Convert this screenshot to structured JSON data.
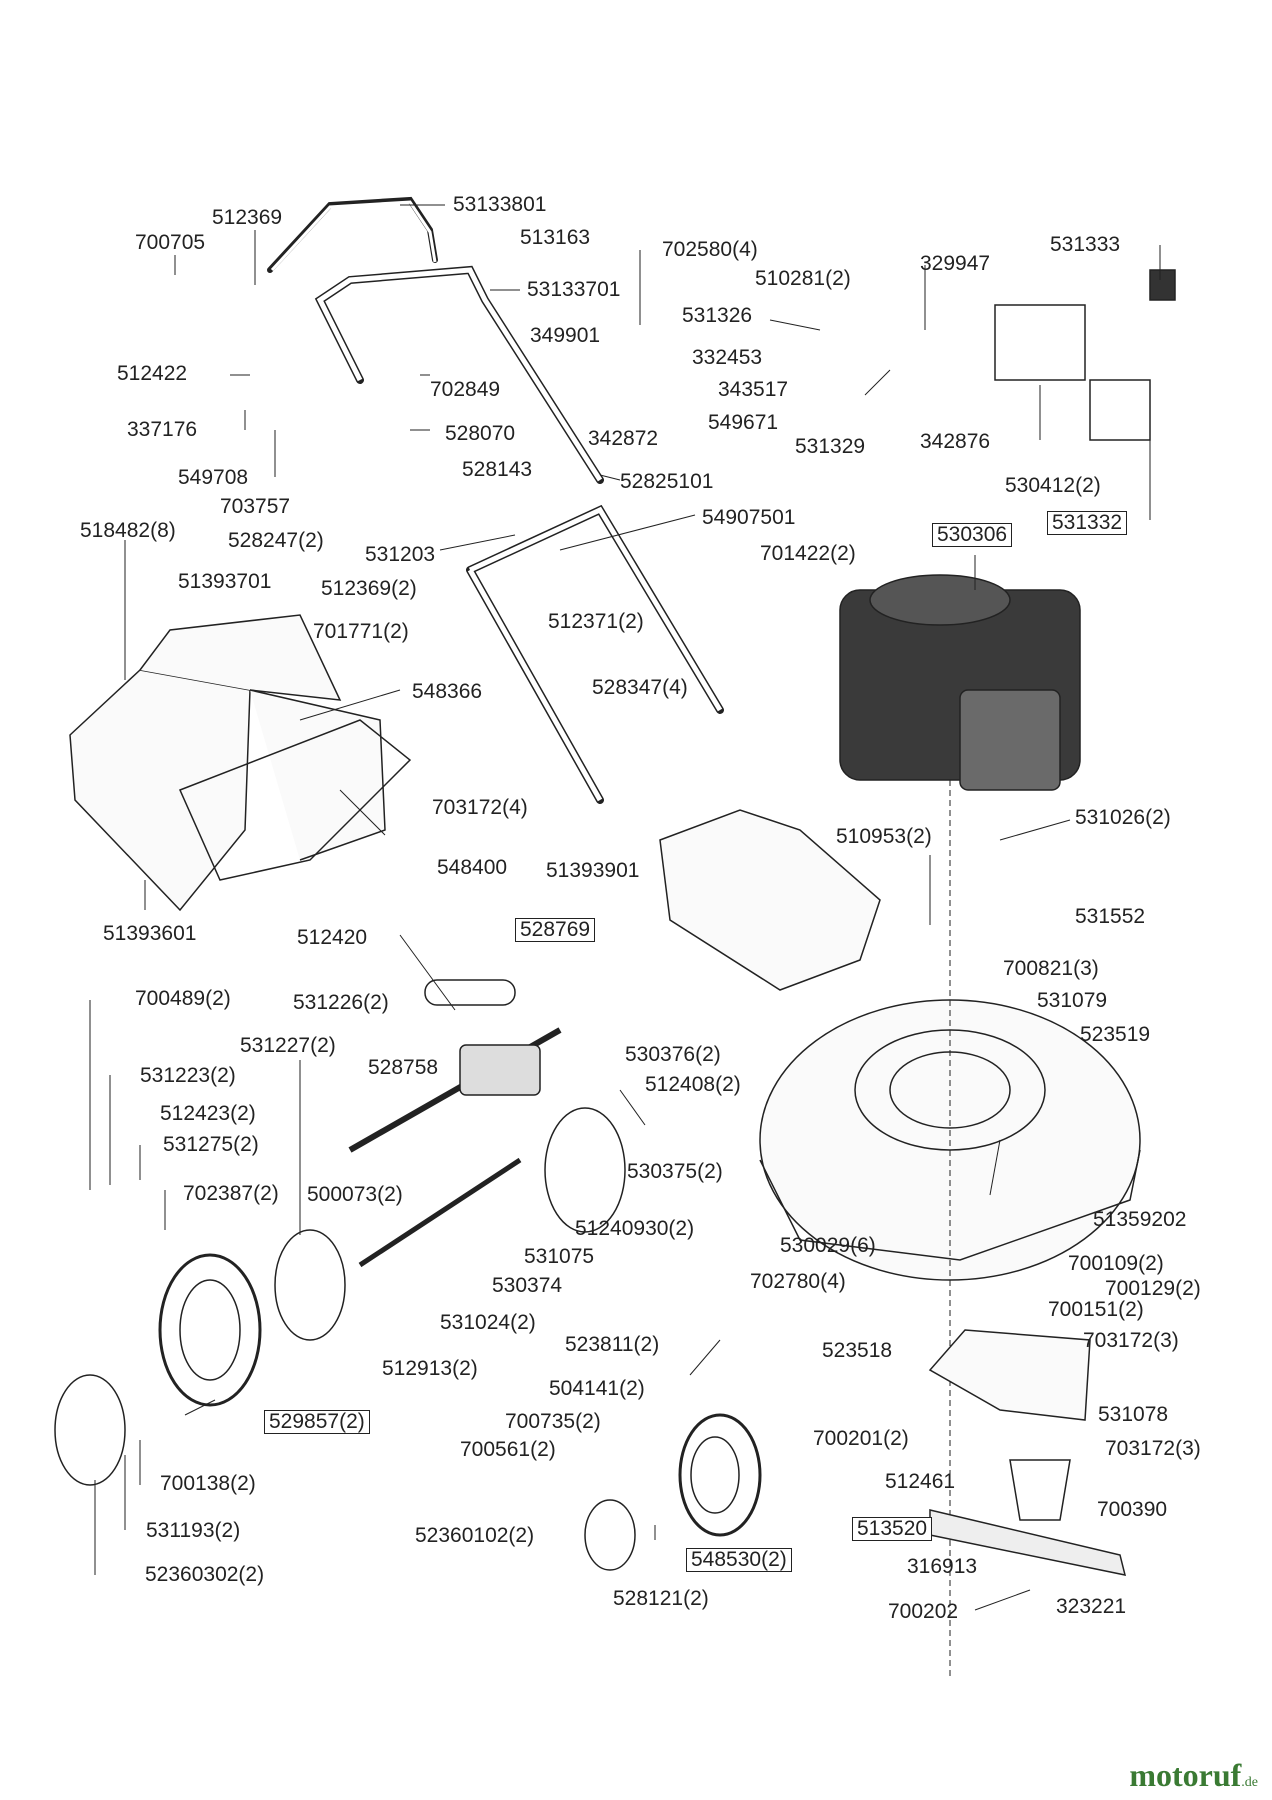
{
  "parts": [
    {
      "id": "p1",
      "text": "53133801",
      "boxed": false
    },
    {
      "id": "p2",
      "text": "512369",
      "boxed": false
    },
    {
      "id": "p3",
      "text": "700705",
      "boxed": false
    },
    {
      "id": "p4",
      "text": "513163",
      "boxed": false
    },
    {
      "id": "p5",
      "text": "702580(4)",
      "boxed": false
    },
    {
      "id": "p6",
      "text": "510281(2)",
      "boxed": false
    },
    {
      "id": "p7",
      "text": "329947",
      "boxed": false
    },
    {
      "id": "p8",
      "text": "531333",
      "boxed": false
    },
    {
      "id": "p9",
      "text": "53133701",
      "boxed": false
    },
    {
      "id": "p10",
      "text": "531326",
      "boxed": false
    },
    {
      "id": "p11",
      "text": "349901",
      "boxed": false
    },
    {
      "id": "p12",
      "text": "332453",
      "boxed": false
    },
    {
      "id": "p13",
      "text": "512422",
      "boxed": false
    },
    {
      "id": "p14",
      "text": "343517",
      "boxed": false
    },
    {
      "id": "p15",
      "text": "702849",
      "boxed": false
    },
    {
      "id": "p16",
      "text": "549671",
      "boxed": false
    },
    {
      "id": "p17",
      "text": "337176",
      "boxed": false
    },
    {
      "id": "p18",
      "text": "342872",
      "boxed": false
    },
    {
      "id": "p19",
      "text": "528070",
      "boxed": false
    },
    {
      "id": "p20",
      "text": "531329",
      "boxed": false
    },
    {
      "id": "p21",
      "text": "342876",
      "boxed": false
    },
    {
      "id": "p22",
      "text": "549708",
      "boxed": false
    },
    {
      "id": "p23",
      "text": "528143",
      "boxed": false
    },
    {
      "id": "p24",
      "text": "52825101",
      "boxed": false
    },
    {
      "id": "p25",
      "text": "530412(2)",
      "boxed": false
    },
    {
      "id": "p26",
      "text": "703757",
      "boxed": false
    },
    {
      "id": "p27",
      "text": "54907501",
      "boxed": false
    },
    {
      "id": "p28",
      "text": "531332",
      "boxed": true
    },
    {
      "id": "p29",
      "text": "518482(8)",
      "boxed": false
    },
    {
      "id": "p30",
      "text": "528247(2)",
      "boxed": false
    },
    {
      "id": "p31",
      "text": "530306",
      "boxed": true
    },
    {
      "id": "p32",
      "text": "531203",
      "boxed": false
    },
    {
      "id": "p33",
      "text": "701422(2)",
      "boxed": false
    },
    {
      "id": "p34",
      "text": "51393701",
      "boxed": false
    },
    {
      "id": "p35",
      "text": "512369(2)",
      "boxed": false
    },
    {
      "id": "p36",
      "text": "512371(2)",
      "boxed": false
    },
    {
      "id": "p37",
      "text": "701771(2)",
      "boxed": false
    },
    {
      "id": "p38",
      "text": "548366",
      "boxed": false
    },
    {
      "id": "p39",
      "text": "528347(4)",
      "boxed": false
    },
    {
      "id": "p40",
      "text": "703172(4)",
      "boxed": false
    },
    {
      "id": "p41",
      "text": "510953(2)",
      "boxed": false
    },
    {
      "id": "p42",
      "text": "531026(2)",
      "boxed": false
    },
    {
      "id": "p43",
      "text": "51393901",
      "boxed": false
    },
    {
      "id": "p44",
      "text": "548400",
      "boxed": false
    },
    {
      "id": "p45",
      "text": "531552",
      "boxed": false
    },
    {
      "id": "p46",
      "text": "51393601",
      "boxed": false
    },
    {
      "id": "p47",
      "text": "512420",
      "boxed": false
    },
    {
      "id": "p48",
      "text": "528769",
      "boxed": true
    },
    {
      "id": "p49",
      "text": "700821(3)",
      "boxed": false
    },
    {
      "id": "p50",
      "text": "531079",
      "boxed": false
    },
    {
      "id": "p51",
      "text": "700489(2)",
      "boxed": false
    },
    {
      "id": "p52",
      "text": "531226(2)",
      "boxed": false
    },
    {
      "id": "p53",
      "text": "523519",
      "boxed": false
    },
    {
      "id": "p54",
      "text": "531227(2)",
      "boxed": false
    },
    {
      "id": "p55",
      "text": "530376(2)",
      "boxed": false
    },
    {
      "id": "p56",
      "text": "531223(2)",
      "boxed": false
    },
    {
      "id": "p57",
      "text": "528758",
      "boxed": false
    },
    {
      "id": "p58",
      "text": "512408(2)",
      "boxed": false
    },
    {
      "id": "p59",
      "text": "512423(2)",
      "boxed": false
    },
    {
      "id": "p60",
      "text": "531275(2)",
      "boxed": false
    },
    {
      "id": "p61",
      "text": "530375(2)",
      "boxed": false
    },
    {
      "id": "p62",
      "text": "500073(2)",
      "boxed": false
    },
    {
      "id": "p63",
      "text": "702387(2)",
      "boxed": false
    },
    {
      "id": "p64",
      "text": "51359202",
      "boxed": false
    },
    {
      "id": "p65",
      "text": "51240930(2)",
      "boxed": false
    },
    {
      "id": "p66",
      "text": "531075",
      "boxed": false
    },
    {
      "id": "p67",
      "text": "530029(6)",
      "boxed": false
    },
    {
      "id": "p68",
      "text": "700109(2)",
      "boxed": false
    },
    {
      "id": "p69",
      "text": "530374",
      "boxed": false
    },
    {
      "id": "p70",
      "text": "702780(4)",
      "boxed": false
    },
    {
      "id": "p71",
      "text": "700129(2)",
      "boxed": false
    },
    {
      "id": "p72",
      "text": "700151(2)",
      "boxed": false
    },
    {
      "id": "p73",
      "text": "531024(2)",
      "boxed": false
    },
    {
      "id": "p74",
      "text": "523811(2)",
      "boxed": false
    },
    {
      "id": "p75",
      "text": "523518",
      "boxed": false
    },
    {
      "id": "p76",
      "text": "703172(3)",
      "boxed": false
    },
    {
      "id": "p77",
      "text": "512913(2)",
      "boxed": false
    },
    {
      "id": "p78",
      "text": "504141(2)",
      "boxed": false
    },
    {
      "id": "p79",
      "text": "531078",
      "boxed": false
    },
    {
      "id": "p80",
      "text": "529857(2)",
      "boxed": true
    },
    {
      "id": "p81",
      "text": "700735(2)",
      "boxed": false
    },
    {
      "id": "p82",
      "text": "700201(2)",
      "boxed": false
    },
    {
      "id": "p83",
      "text": "700561(2)",
      "boxed": false
    },
    {
      "id": "p84",
      "text": "703172(3)",
      "boxed": false
    },
    {
      "id": "p85",
      "text": "700138(2)",
      "boxed": false
    },
    {
      "id": "p86",
      "text": "512461",
      "boxed": false
    },
    {
      "id": "p87",
      "text": "700390",
      "boxed": false
    },
    {
      "id": "p88",
      "text": "513520",
      "boxed": true
    },
    {
      "id": "p89",
      "text": "531193(2)",
      "boxed": false
    },
    {
      "id": "p90",
      "text": "52360102(2)",
      "boxed": false
    },
    {
      "id": "p91",
      "text": "548530(2)",
      "boxed": true
    },
    {
      "id": "p92",
      "text": "316913",
      "boxed": false
    },
    {
      "id": "p93",
      "text": "52360302(2)",
      "boxed": false
    },
    {
      "id": "p94",
      "text": "528121(2)",
      "boxed": false
    },
    {
      "id": "p95",
      "text": "700202",
      "boxed": false
    },
    {
      "id": "p96",
      "text": "323221",
      "boxed": false
    }
  ],
  "watermark": {
    "main": "motoruf",
    "suffix": ".de"
  },
  "colors": {
    "line": "#222222",
    "engine_dark": "#3a3a3a",
    "engine_mid": "#6a6a6a",
    "watermark": "#3a7a33"
  }
}
